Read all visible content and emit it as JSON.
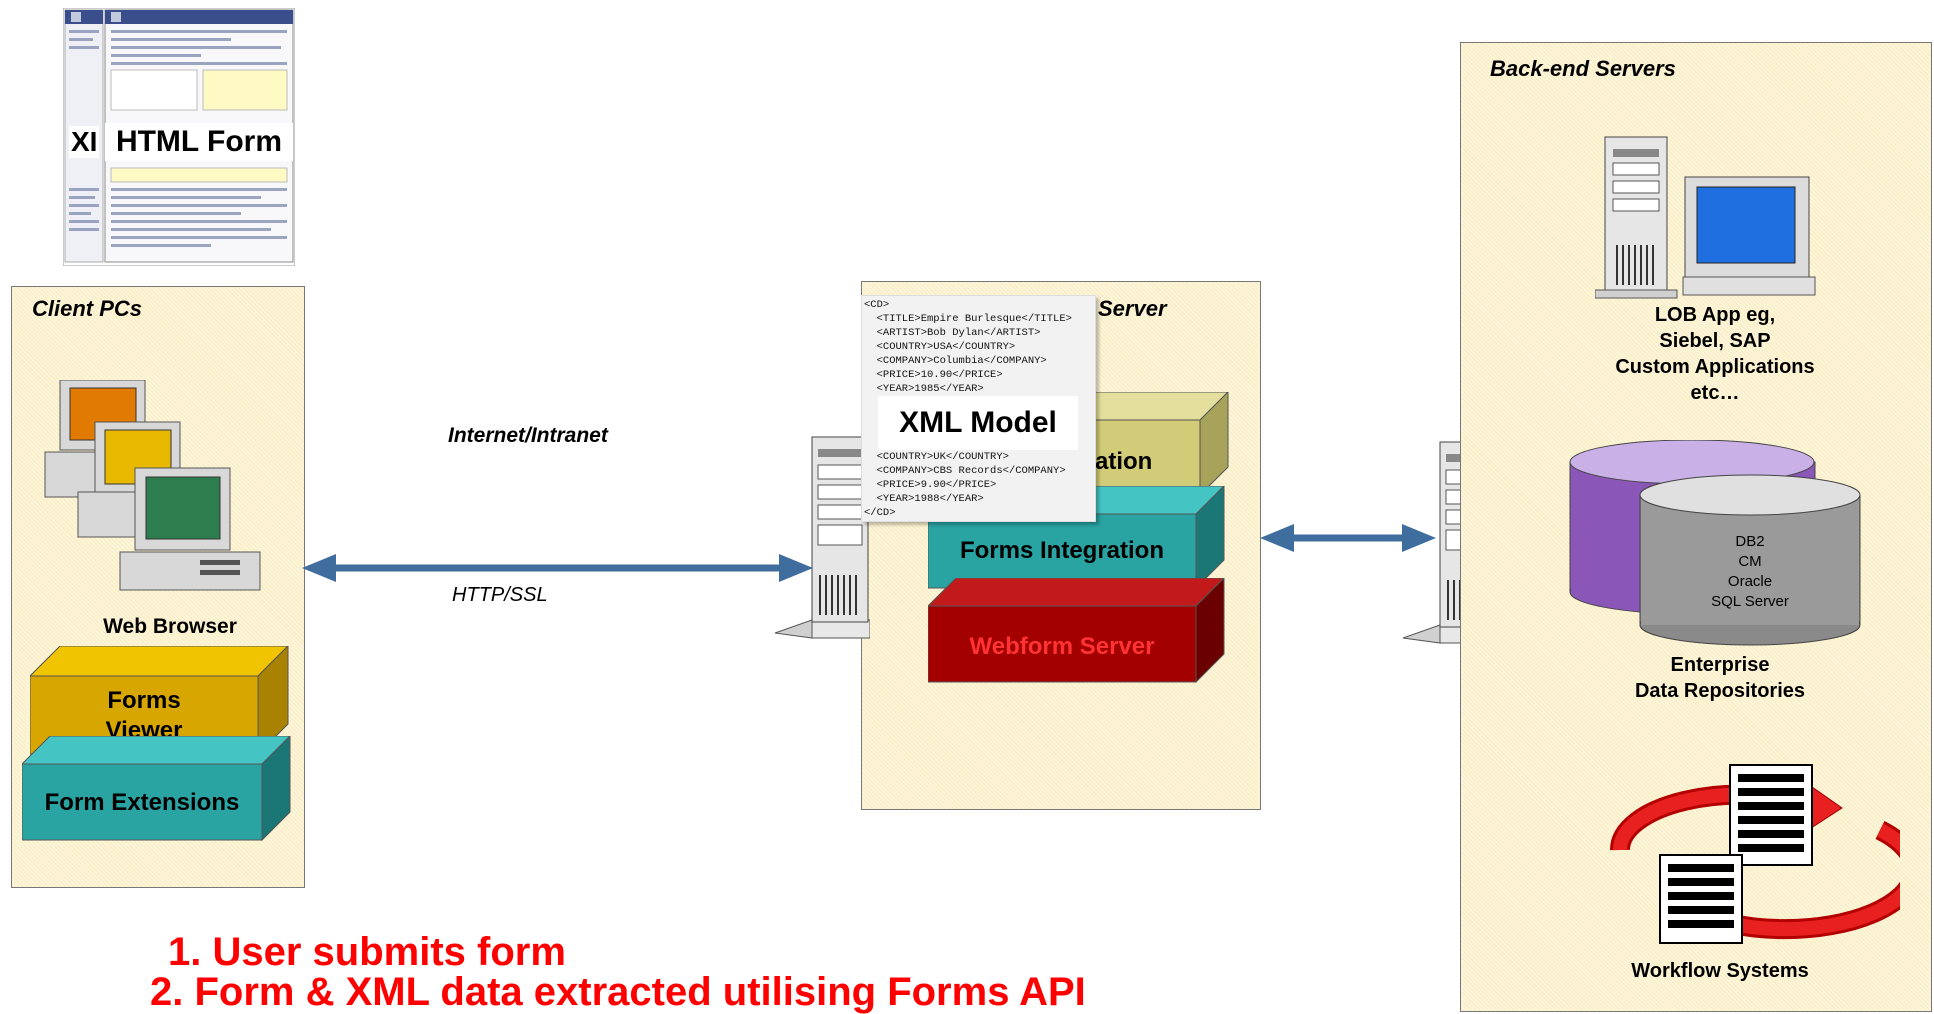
{
  "html_form": {
    "label": "HTML Form",
    "back_label": "XI"
  },
  "client_zone": {
    "title": "Client PCs",
    "browser_label": "Web Browser",
    "forms_viewer": "Forms\nViewer",
    "form_extensions": "Form Extensions"
  },
  "network": {
    "internet_label": "Internet/Intranet",
    "protocol_label": "HTTP/SSL"
  },
  "server_zone": {
    "title": "Server",
    "app_block": "ication",
    "integration_block": "Forms Integration",
    "webform_block": "Webform Server",
    "xml_model_title": "XML Model",
    "xml_top": [
      "<CD>",
      "  <TITLE>Empire Burlesque</TITLE>",
      "  <ARTIST>Bob Dylan</ARTIST>",
      "  <COUNTRY>USA</COUNTRY>",
      "  <COMPANY>Columbia</COMPANY>",
      "  <PRICE>10.90</PRICE>",
      "  <YEAR>1985</YEAR>"
    ],
    "xml_bottom": [
      "  <COUNTRY>UK</COUNTRY>",
      "  <COMPANY>CBS Records</COMPANY>",
      "  <PRICE>9.90</PRICE>",
      "  <YEAR>1988</YEAR>",
      "</CD>"
    ]
  },
  "backend_zone": {
    "title": "Back-end Servers",
    "lob_label": "LOB App eg,\nSiebel, SAP\nCustom Applications\netc…",
    "db_list": "DB2\nCM\nOracle\nSQL Server",
    "repo_label": "Enterprise\nData Repositories",
    "workflow_label": "Workflow Systems"
  },
  "steps": [
    "1. User submits form",
    "2. Form & XML data extracted utilising Forms API"
  ],
  "colors": {
    "zone_fill": "#fbefc8",
    "arrow": "#3f6e9e",
    "forms_viewer": "#d7a600",
    "form_extensions": "#2aa3a3",
    "app_block": "#d2cc78",
    "integration_block": "#2aa3a3",
    "webform_block": "#a30000",
    "steps_text": "#ff0000"
  }
}
